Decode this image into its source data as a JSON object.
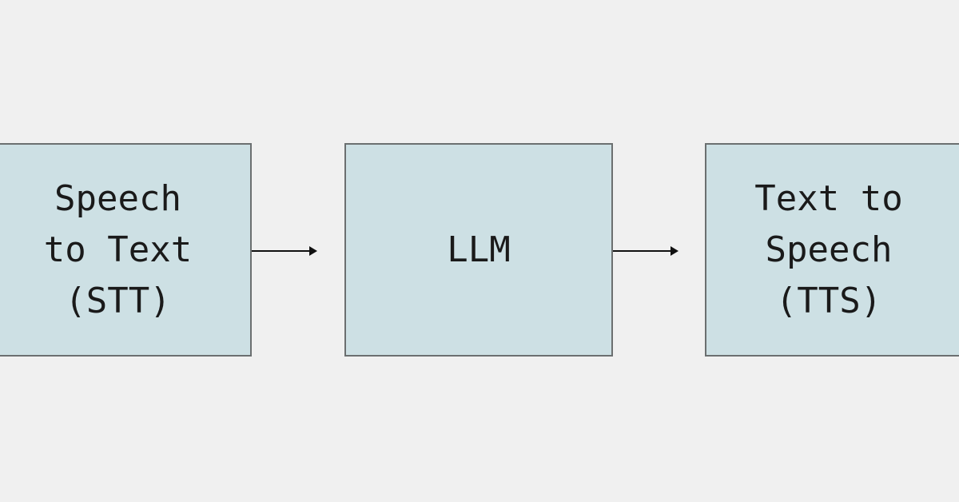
{
  "nodes": [
    {
      "id": "stt",
      "label": "Speech\nto Text\n(STT)"
    },
    {
      "id": "llm",
      "label": "LLM"
    },
    {
      "id": "tts",
      "label": "Text to\nSpeech\n(TTS)"
    }
  ],
  "edges": [
    {
      "from": "stt",
      "to": "llm"
    },
    {
      "from": "llm",
      "to": "tts"
    }
  ],
  "colors": {
    "background": "#f0f0f0",
    "box_fill": "#cde0e4",
    "box_border": "#6b6f70",
    "arrow": "#111111"
  }
}
